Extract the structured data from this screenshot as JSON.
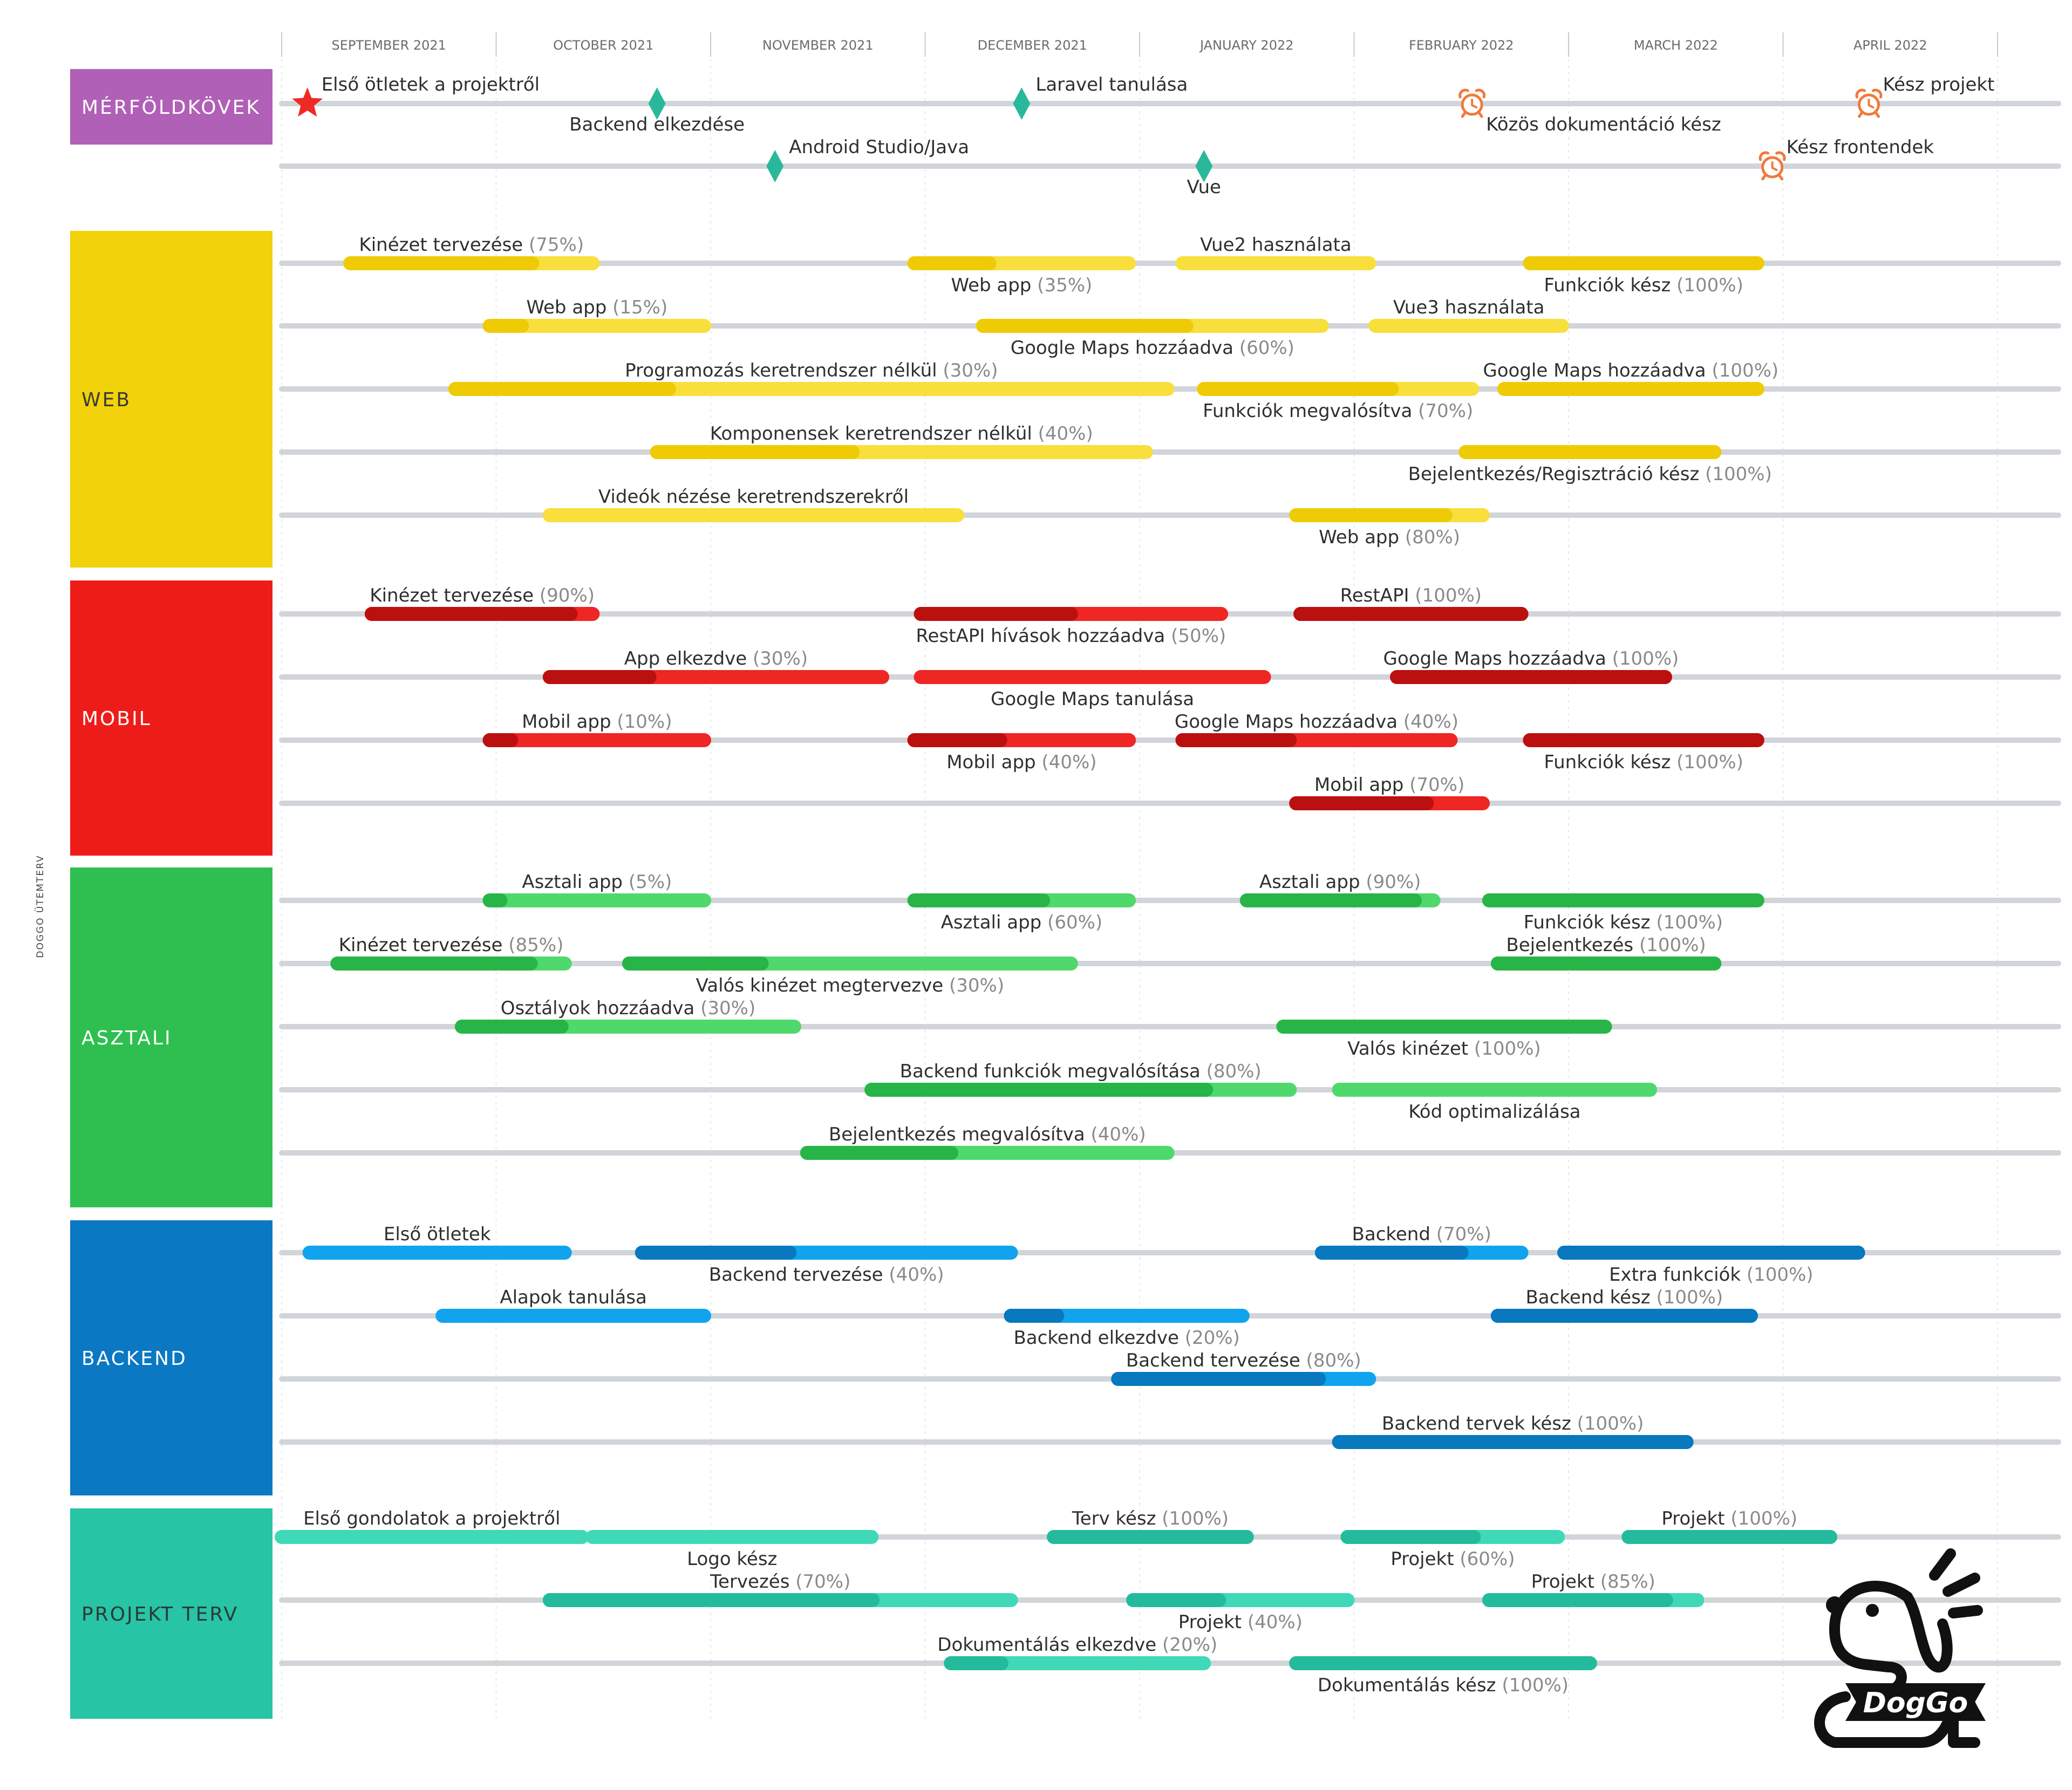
{
  "side_title": "DOGGO ÜTEMTERV",
  "months": [
    "SEPTEMBER 2021",
    "OCTOBER 2021",
    "NOVEMBER 2021",
    "DECEMBER 2021",
    "JANUARY 2022",
    "FEBRUARY 2022",
    "MARCH 2022",
    "APRIL 2022"
  ],
  "logo": {
    "text": "DogGo"
  },
  "colors": {
    "track": "#d1d5da",
    "grid": "#e4e6e9",
    "month_text": "#6b6b6b",
    "label": "#2f2f2f",
    "pct": "#8a8a8a",
    "star": "#ee2a24",
    "diamond": "#2ab89a",
    "alarm": "#f07a3a"
  },
  "sections": [
    {
      "name": "MÉRFÖLDKÖVEK",
      "color": "#b060b6",
      "text_color": "#ffffff",
      "milestones": [
        {
          "row": 0,
          "month": 0.12,
          "type": "star-icon",
          "label": "Első ötletek a projektről",
          "label_side": "right",
          "label_pos": "above"
        },
        {
          "row": 0,
          "month": 1.75,
          "type": "diamond-icon",
          "label": "Backend elkezdése",
          "label_side": "center",
          "label_pos": "below"
        },
        {
          "row": 0,
          "month": 3.45,
          "type": "diamond-icon",
          "label": "Laravel tanulása",
          "label_side": "right",
          "label_pos": "above"
        },
        {
          "row": 0,
          "month": 5.55,
          "type": "alarm-clock-icon",
          "label": "Közös dokumentáció kész",
          "label_side": "right",
          "label_pos": "below"
        },
        {
          "row": 0,
          "month": 7.4,
          "type": "alarm-clock-icon",
          "label": "Kész projekt",
          "label_side": "right",
          "label_pos": "above"
        },
        {
          "row": 1,
          "month": 2.3,
          "type": "diamond-icon",
          "label": "Android Studio/Java",
          "label_side": "right",
          "label_pos": "above"
        },
        {
          "row": 1,
          "month": 4.3,
          "type": "diamond-icon",
          "label": "Vue",
          "label_side": "center",
          "label_pos": "below"
        },
        {
          "row": 1,
          "month": 6.95,
          "type": "alarm-clock-icon",
          "label": "Kész frontendek",
          "label_side": "right",
          "label_pos": "above"
        }
      ]
    },
    {
      "name": "WEB",
      "color": "#f2d20a",
      "text_color": "#3a3a3a",
      "bar_light": "#f8df3c",
      "bar_dark": "#efcb06",
      "tasks": [
        {
          "row": 0,
          "start": 0.32,
          "end": 1.45,
          "label": "Kinézet tervezése",
          "progress": 0.75,
          "pct": "(75%)",
          "pos": "above"
        },
        {
          "row": 0,
          "start": 2.95,
          "end": 3.95,
          "label": "Web app",
          "progress": 0.35,
          "pct": "(35%)",
          "pos": "below"
        },
        {
          "row": 0,
          "start": 4.2,
          "end": 5.07,
          "label": "Vue2 használata",
          "progress": 0,
          "pct": "",
          "pos": "above"
        },
        {
          "row": 0,
          "start": 5.82,
          "end": 6.88,
          "label": "Funkciók kész",
          "progress": 1.0,
          "pct": "(100%)",
          "pos": "below"
        },
        {
          "row": 1,
          "start": 0.97,
          "end": 1.97,
          "label": "Web app",
          "progress": 0.15,
          "pct": "(15%)",
          "pos": "above"
        },
        {
          "row": 1,
          "start": 3.27,
          "end": 4.85,
          "label": "Google Maps hozzáadva",
          "progress": 0.6,
          "pct": "(60%)",
          "pos": "below"
        },
        {
          "row": 1,
          "start": 5.1,
          "end": 5.97,
          "label": "Vue3 használata",
          "progress": 0,
          "pct": "",
          "pos": "above"
        },
        {
          "row": 2,
          "start": 0.81,
          "end": 4.13,
          "label": "Programozás keretrendszer nélkül",
          "progress": 0.3,
          "pct": "(30%)",
          "pos": "above"
        },
        {
          "row": 2,
          "start": 4.3,
          "end": 5.55,
          "label": "Funkciók megvalósítva",
          "progress": 0.7,
          "pct": "(70%)",
          "pos": "below"
        },
        {
          "row": 2,
          "start": 5.7,
          "end": 6.88,
          "label": "Google Maps hozzáadva",
          "progress": 1.0,
          "pct": "(100%)",
          "pos": "above"
        },
        {
          "row": 3,
          "start": 1.75,
          "end": 4.03,
          "label": "Komponensek keretrendszer nélkül",
          "progress": 0.4,
          "pct": "(40%)",
          "pos": "above"
        },
        {
          "row": 3,
          "start": 5.52,
          "end": 6.68,
          "label": "Bejelentkezés/Regisztráció kész",
          "progress": 1.0,
          "pct": "(100%)",
          "pos": "below"
        },
        {
          "row": 4,
          "start": 1.25,
          "end": 3.15,
          "label": "Videók nézése keretrendszerekről",
          "progress": 0,
          "pct": "",
          "pos": "above"
        },
        {
          "row": 4,
          "start": 4.73,
          "end": 5.6,
          "label": "Web app",
          "progress": 0.8,
          "pct": "(80%)",
          "pos": "below"
        }
      ]
    },
    {
      "name": "MOBIL",
      "color": "#ee1c19",
      "text_color": "#ffffff",
      "bar_light": "#ee2624",
      "bar_dark": "#bb1010",
      "tasks": [
        {
          "row": 0,
          "start": 0.42,
          "end": 1.45,
          "label": "Kinézet tervezése",
          "progress": 0.9,
          "pct": "(90%)",
          "pos": "above"
        },
        {
          "row": 0,
          "start": 2.98,
          "end": 4.38,
          "label": "RestAPI hívások hozzáadva",
          "progress": 0.5,
          "pct": "(50%)",
          "pos": "below"
        },
        {
          "row": 0,
          "start": 4.75,
          "end": 5.78,
          "label": "RestAPI",
          "progress": 1.0,
          "pct": "(100%)",
          "pos": "above"
        },
        {
          "row": 1,
          "start": 1.25,
          "end": 2.8,
          "label": "App elkezdve",
          "progress": 0.3,
          "pct": "(30%)",
          "pos": "above"
        },
        {
          "row": 1,
          "start": 2.98,
          "end": 4.58,
          "label": "Google Maps tanulása",
          "progress": 0,
          "pct": "",
          "pos": "below"
        },
        {
          "row": 1,
          "start": 5.2,
          "end": 6.45,
          "label": "Google Maps hozzáadva",
          "progress": 1.0,
          "pct": "(100%)",
          "pos": "above"
        },
        {
          "row": 2,
          "start": 0.97,
          "end": 1.97,
          "label": "Mobil app",
          "progress": 0.1,
          "pct": "(10%)",
          "pos": "above"
        },
        {
          "row": 2,
          "start": 2.95,
          "end": 3.95,
          "label": "Mobil app",
          "progress": 0.4,
          "pct": "(40%)",
          "pos": "below"
        },
        {
          "row": 2,
          "start": 4.2,
          "end": 5.45,
          "label": "Google Maps hozzáadva",
          "progress": 0.4,
          "pct": "(40%)",
          "pos": "above"
        },
        {
          "row": 2,
          "start": 5.82,
          "end": 6.88,
          "label": "Funkciók kész",
          "progress": 1.0,
          "pct": "(100%)",
          "pos": "below"
        },
        {
          "row": 3,
          "start": 4.73,
          "end": 5.6,
          "label": "Mobil app",
          "progress": 0.7,
          "pct": "(70%)",
          "pos": "above"
        }
      ]
    },
    {
      "name": "ASZTALI",
      "color": "#2ebf50",
      "text_color": "#ffffff",
      "bar_light": "#4fd96c",
      "bar_dark": "#28b548",
      "tasks": [
        {
          "row": 0,
          "start": 0.97,
          "end": 1.97,
          "label": "Asztali app",
          "progress": 0.05,
          "pct": "(5%)",
          "pos": "above"
        },
        {
          "row": 0,
          "start": 2.95,
          "end": 3.95,
          "label": "Asztali app",
          "progress": 0.6,
          "pct": "(60%)",
          "pos": "below"
        },
        {
          "row": 0,
          "start": 4.5,
          "end": 5.37,
          "label": "Asztali app",
          "progress": 0.9,
          "pct": "(90%)",
          "pos": "above"
        },
        {
          "row": 0,
          "start": 5.63,
          "end": 6.88,
          "label": "Funkciók kész",
          "progress": 1.0,
          "pct": "(100%)",
          "pos": "below"
        },
        {
          "row": 1,
          "start": 0.26,
          "end": 1.32,
          "label": "Kinézet tervezése",
          "progress": 0.85,
          "pct": "(85%)",
          "pos": "above"
        },
        {
          "row": 1,
          "start": 1.62,
          "end": 3.68,
          "label": "Valós kinézet megtervezve",
          "progress": 0.3,
          "pct": "(30%)",
          "pos": "below"
        },
        {
          "row": 1,
          "start": 5.67,
          "end": 6.68,
          "label": "Bejelentkezés",
          "progress": 1.0,
          "pct": "(100%)",
          "pos": "above"
        },
        {
          "row": 2,
          "start": 0.84,
          "end": 2.39,
          "label": "Osztályok hozzáadva",
          "progress": 0.3,
          "pct": "(30%)",
          "pos": "above"
        },
        {
          "row": 2,
          "start": 4.67,
          "end": 6.17,
          "label": "Valós kinézet",
          "progress": 1.0,
          "pct": "(100%)",
          "pos": "below"
        },
        {
          "row": 3,
          "start": 2.75,
          "end": 4.7,
          "label": "Backend funkciók megvalósítása",
          "progress": 0.8,
          "pct": "(80%)",
          "pos": "above"
        },
        {
          "row": 3,
          "start": 4.93,
          "end": 6.38,
          "label": "Kód optimalizálása",
          "progress": 0,
          "pct": "",
          "pos": "below"
        },
        {
          "row": 4,
          "start": 2.45,
          "end": 4.13,
          "label": "Bejelentkezés megvalósítva",
          "progress": 0.4,
          "pct": "(40%)",
          "pos": "above"
        }
      ]
    },
    {
      "name": "BACKEND",
      "color": "#0a78c3",
      "text_color": "#ffffff",
      "bar_light": "#12a3ee",
      "bar_dark": "#0878bf",
      "tasks": [
        {
          "row": 0,
          "start": 0.13,
          "end": 1.32,
          "label": "Első ötletek",
          "progress": 0,
          "pct": "",
          "pos": "above"
        },
        {
          "row": 0,
          "start": 1.68,
          "end": 3.4,
          "label": "Backend tervezése",
          "progress": 0.4,
          "pct": "(40%)",
          "pos": "below"
        },
        {
          "row": 0,
          "start": 4.85,
          "end": 5.78,
          "label": "Backend",
          "progress": 0.7,
          "pct": "(70%)",
          "pos": "above"
        },
        {
          "row": 0,
          "start": 5.98,
          "end": 7.35,
          "label": "Extra funkciók",
          "progress": 1.0,
          "pct": "(100%)",
          "pos": "below"
        },
        {
          "row": 1,
          "start": 0.75,
          "end": 1.97,
          "label": "Alapok tanulása",
          "progress": 0,
          "pct": "",
          "pos": "above"
        },
        {
          "row": 1,
          "start": 3.4,
          "end": 4.48,
          "label": "Backend elkezdve",
          "progress": 0.2,
          "pct": "(20%)",
          "pos": "below"
        },
        {
          "row": 1,
          "start": 5.67,
          "end": 6.85,
          "label": "Backend kész",
          "progress": 1.0,
          "pct": "(100%)",
          "pos": "above"
        },
        {
          "row": 2,
          "start": 3.9,
          "end": 5.07,
          "label": "Backend tervezése",
          "progress": 0.8,
          "pct": "(80%)",
          "pos": "above"
        },
        {
          "row": 3,
          "start": 4.93,
          "end": 6.55,
          "label": "Backend tervek kész",
          "progress": 1.0,
          "pct": "(100%)",
          "pos": "above"
        }
      ]
    },
    {
      "name": "PROJEKT TERV",
      "color": "#27c4a5",
      "text_color": "#2a3a3a",
      "bar_light": "#3fd9b8",
      "bar_dark": "#24bb9c",
      "tasks": [
        {
          "row": 0,
          "start": 0.0,
          "end": 1.4,
          "label": "Első gondolatok a projektről",
          "progress": 0,
          "pct": "",
          "pos": "above"
        },
        {
          "row": 0,
          "start": 1.45,
          "end": 2.75,
          "label": "Logo kész",
          "progress": 0,
          "pct": "",
          "pos": "below"
        },
        {
          "row": 0,
          "start": 3.6,
          "end": 4.5,
          "label": "Terv kész",
          "progress": 1.0,
          "pct": "(100%)",
          "pos": "above"
        },
        {
          "row": 0,
          "start": 4.97,
          "end": 5.95,
          "label": "Projekt",
          "progress": 0.6,
          "pct": "(60%)",
          "pos": "below"
        },
        {
          "row": 0,
          "start": 6.28,
          "end": 7.22,
          "label": "Projekt",
          "progress": 1.0,
          "pct": "(100%)",
          "pos": "above"
        },
        {
          "row": 1,
          "start": 1.25,
          "end": 3.4,
          "label": "Tervezés",
          "progress": 0.7,
          "pct": "(70%)",
          "pos": "above"
        },
        {
          "row": 1,
          "start": 3.97,
          "end": 4.97,
          "label": "Projekt",
          "progress": 0.4,
          "pct": "(40%)",
          "pos": "below"
        },
        {
          "row": 1,
          "start": 5.63,
          "end": 6.6,
          "label": "Projekt",
          "progress": 0.85,
          "pct": "(85%)",
          "pos": "above"
        },
        {
          "row": 2,
          "start": 3.12,
          "end": 4.3,
          "label": "Dokumentálás elkezdve",
          "progress": 0.2,
          "pct": "(20%)",
          "pos": "above"
        },
        {
          "row": 2,
          "start": 4.73,
          "end": 6.1,
          "label": "Dokumentálás kész",
          "progress": 1.0,
          "pct": "(100%)",
          "pos": "below"
        }
      ]
    }
  ]
}
